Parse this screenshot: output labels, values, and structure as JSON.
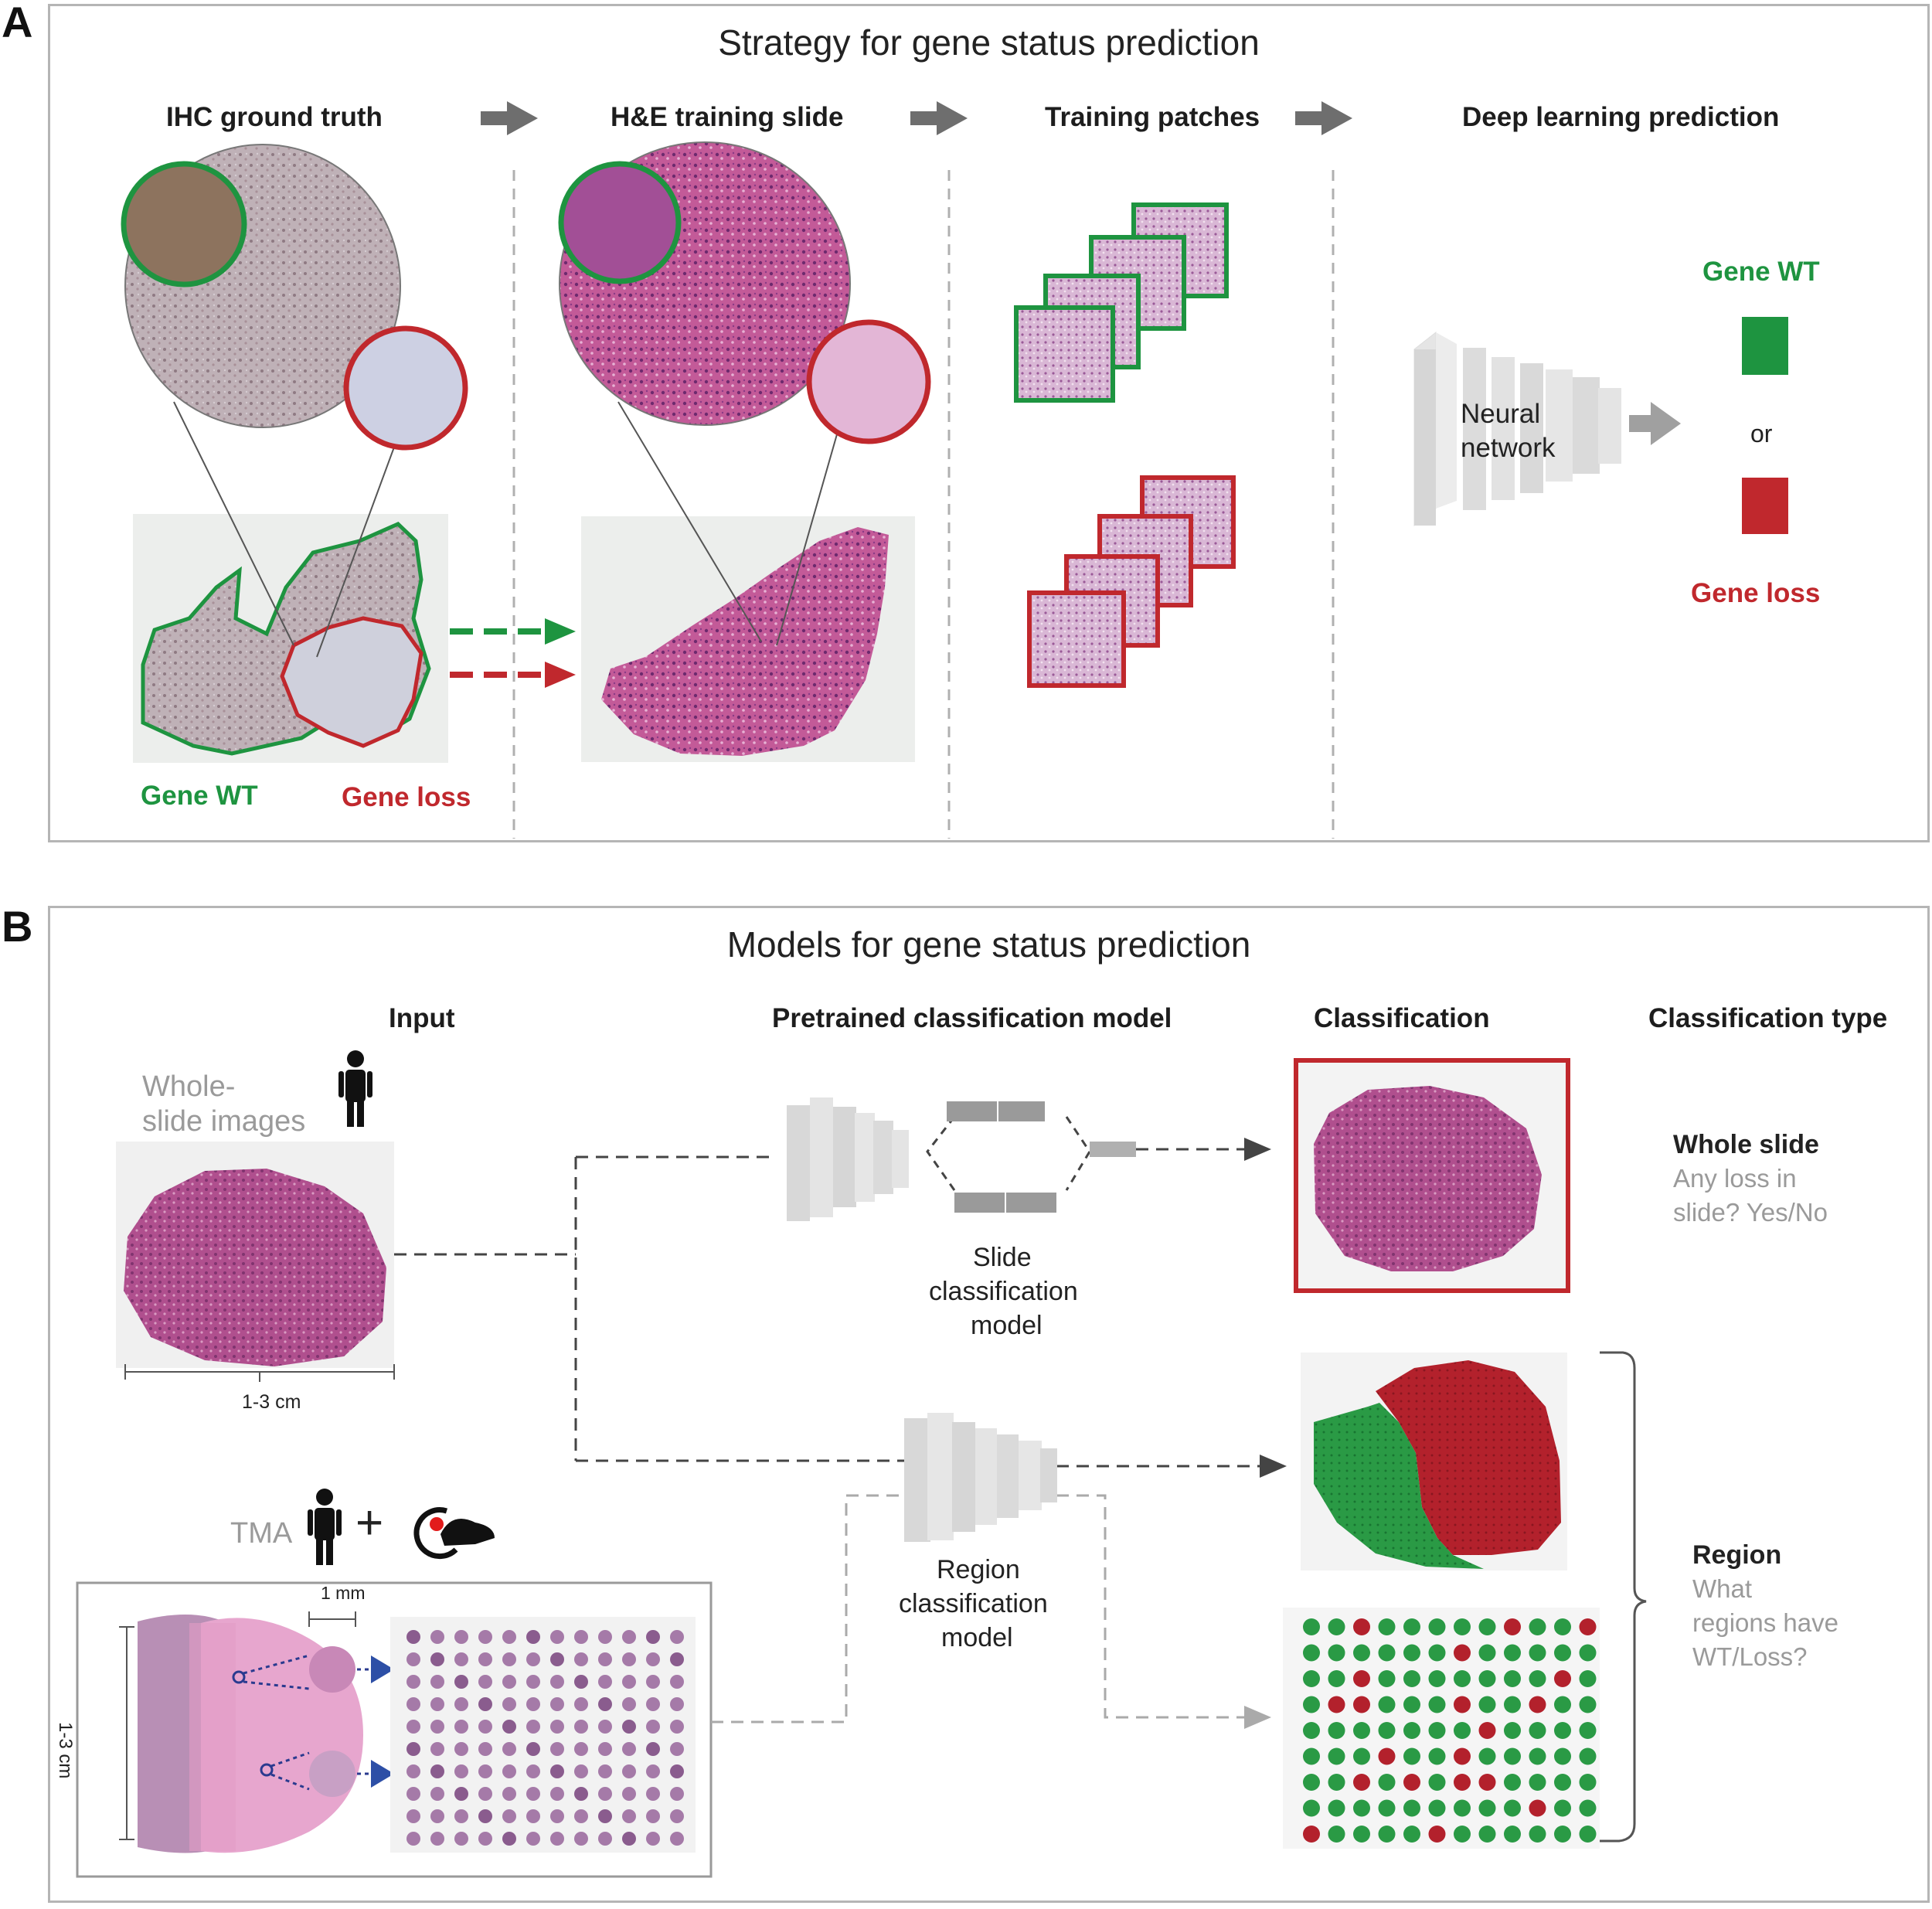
{
  "panel_a": {
    "letter": "A",
    "title": "Strategy for gene status prediction",
    "columns": {
      "ihc": "IHC ground truth",
      "he": "H&E training slide",
      "patches": "Training patches",
      "dl": "Deep learning prediction"
    },
    "legend_wt": "Gene WT",
    "legend_loss": "Gene loss",
    "network_line1": "Neural",
    "network_line2": "network",
    "output_wt": "Gene WT",
    "output_or": "or",
    "output_loss": "Gene loss",
    "colors": {
      "wt": "#1e9440",
      "loss": "#c0282d",
      "arrow": "#6e6e6e"
    }
  },
  "panel_b": {
    "letter": "B",
    "title": "Models for gene status prediction",
    "columns": {
      "input": "Input",
      "model": "Pretrained classification model",
      "classification": "Classification",
      "type": "Classification type"
    },
    "wsi_label_1": "Whole-",
    "wsi_label_2": "slide images",
    "scale_wsi": "1-3 cm",
    "tma_label": "TMA",
    "plus": "+",
    "scale_core": "1 mm",
    "scale_block": "1-3 cm",
    "slide_model": [
      "Slide",
      "classification",
      "model"
    ],
    "region_model": [
      "Region",
      "classification",
      "model"
    ],
    "type_whole_title": "Whole slide",
    "type_whole_desc": [
      "Any loss in",
      "slide? Yes/No"
    ],
    "type_region_title": "Region",
    "type_region_desc": [
      "What",
      "regions have",
      "WT/Loss?"
    ]
  }
}
